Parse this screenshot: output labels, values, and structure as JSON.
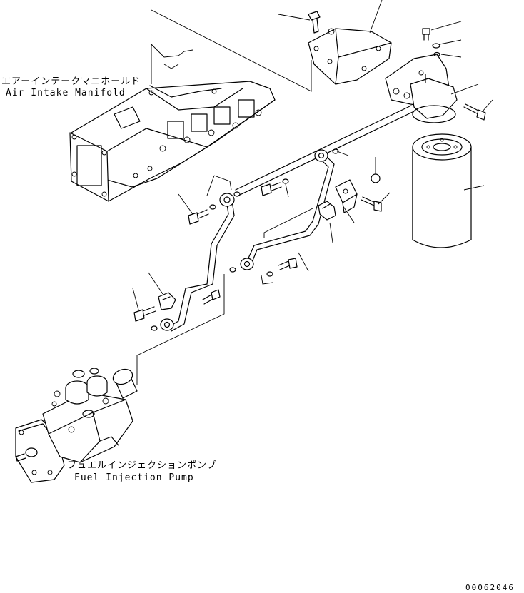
{
  "labels": {
    "air_intake_manifold_jp": "エアーインテークマニホールド",
    "air_intake_manifold_en": "Air Intake Manifold",
    "fuel_injection_pump_jp": "フュエルインジェクションポンプ",
    "fuel_injection_pump_en": "Fuel Injection Pump"
  },
  "drawing_code": "00062046"
}
